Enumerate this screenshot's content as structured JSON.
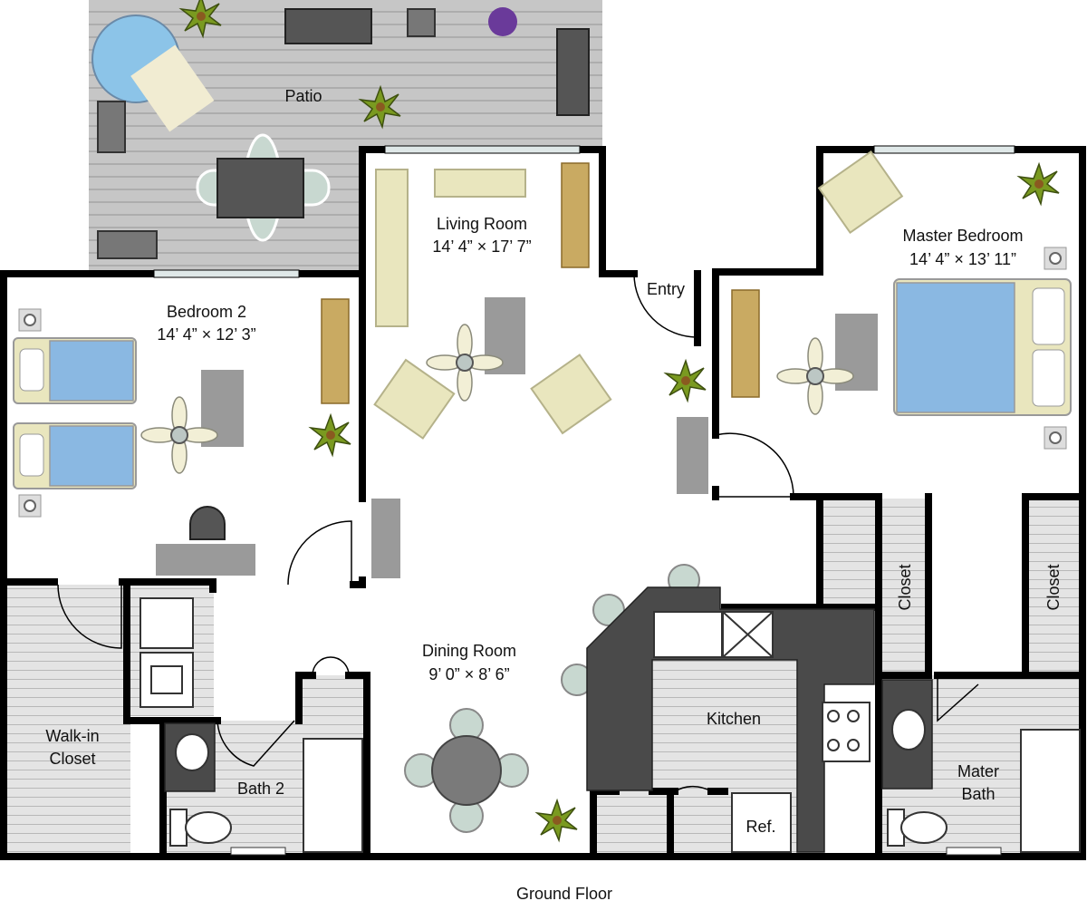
{
  "title": "Ground Floor",
  "rooms": {
    "patio": {
      "name": "Patio"
    },
    "living": {
      "name": "Living Room",
      "size": "14’ 4” × 17’ 7”"
    },
    "entry": {
      "name": "Entry"
    },
    "master": {
      "name": "Master Bedroom",
      "size": "14’ 4” × 13’ 11”"
    },
    "bedroom2": {
      "name": "Bedroom 2",
      "size": "14’ 4” × 12’ 3”"
    },
    "dining": {
      "name": "Dining Room",
      "size": "9’ 0” × 8’ 6”"
    },
    "kitchen": {
      "name": "Kitchen"
    },
    "closet1": {
      "name": "Closet"
    },
    "closet2": {
      "name": "Closet"
    },
    "walkin_line1": {
      "name": "Walk-in"
    },
    "walkin_line2": {
      "name": "Closet"
    },
    "bath2": {
      "name": "Bath 2"
    },
    "masterbath_line1": {
      "name": "Mater"
    },
    "masterbath_line2": {
      "name": "Bath"
    },
    "fridge": {
      "name": "Ref."
    }
  },
  "colors": {
    "wall": "#000000",
    "patio": "#c8c8c8",
    "bed": "#8ab8e2",
    "plant": "#7a9a20"
  }
}
